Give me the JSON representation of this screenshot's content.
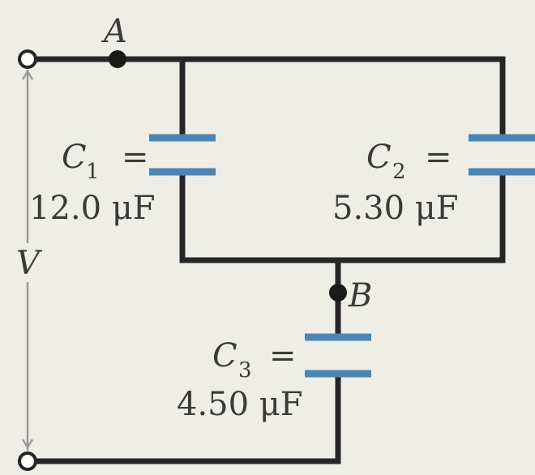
{
  "nodes": {
    "a_label": "A",
    "b_label": "B",
    "v_label": "V"
  },
  "capacitors": [
    {
      "symbol": "C",
      "subscript": "1",
      "equals": "=",
      "value": "12.0 μF"
    },
    {
      "symbol": "C",
      "subscript": "2",
      "equals": "=",
      "value": "5.30 μF"
    },
    {
      "symbol": "C",
      "subscript": "3",
      "equals": "=",
      "value": "4.50 μF"
    }
  ],
  "colors": {
    "background": "#efeee6",
    "wire": "#262626",
    "plate": "#4a86b1",
    "voltage_line": "#9a9a9a",
    "text": "#3a3a3a"
  }
}
